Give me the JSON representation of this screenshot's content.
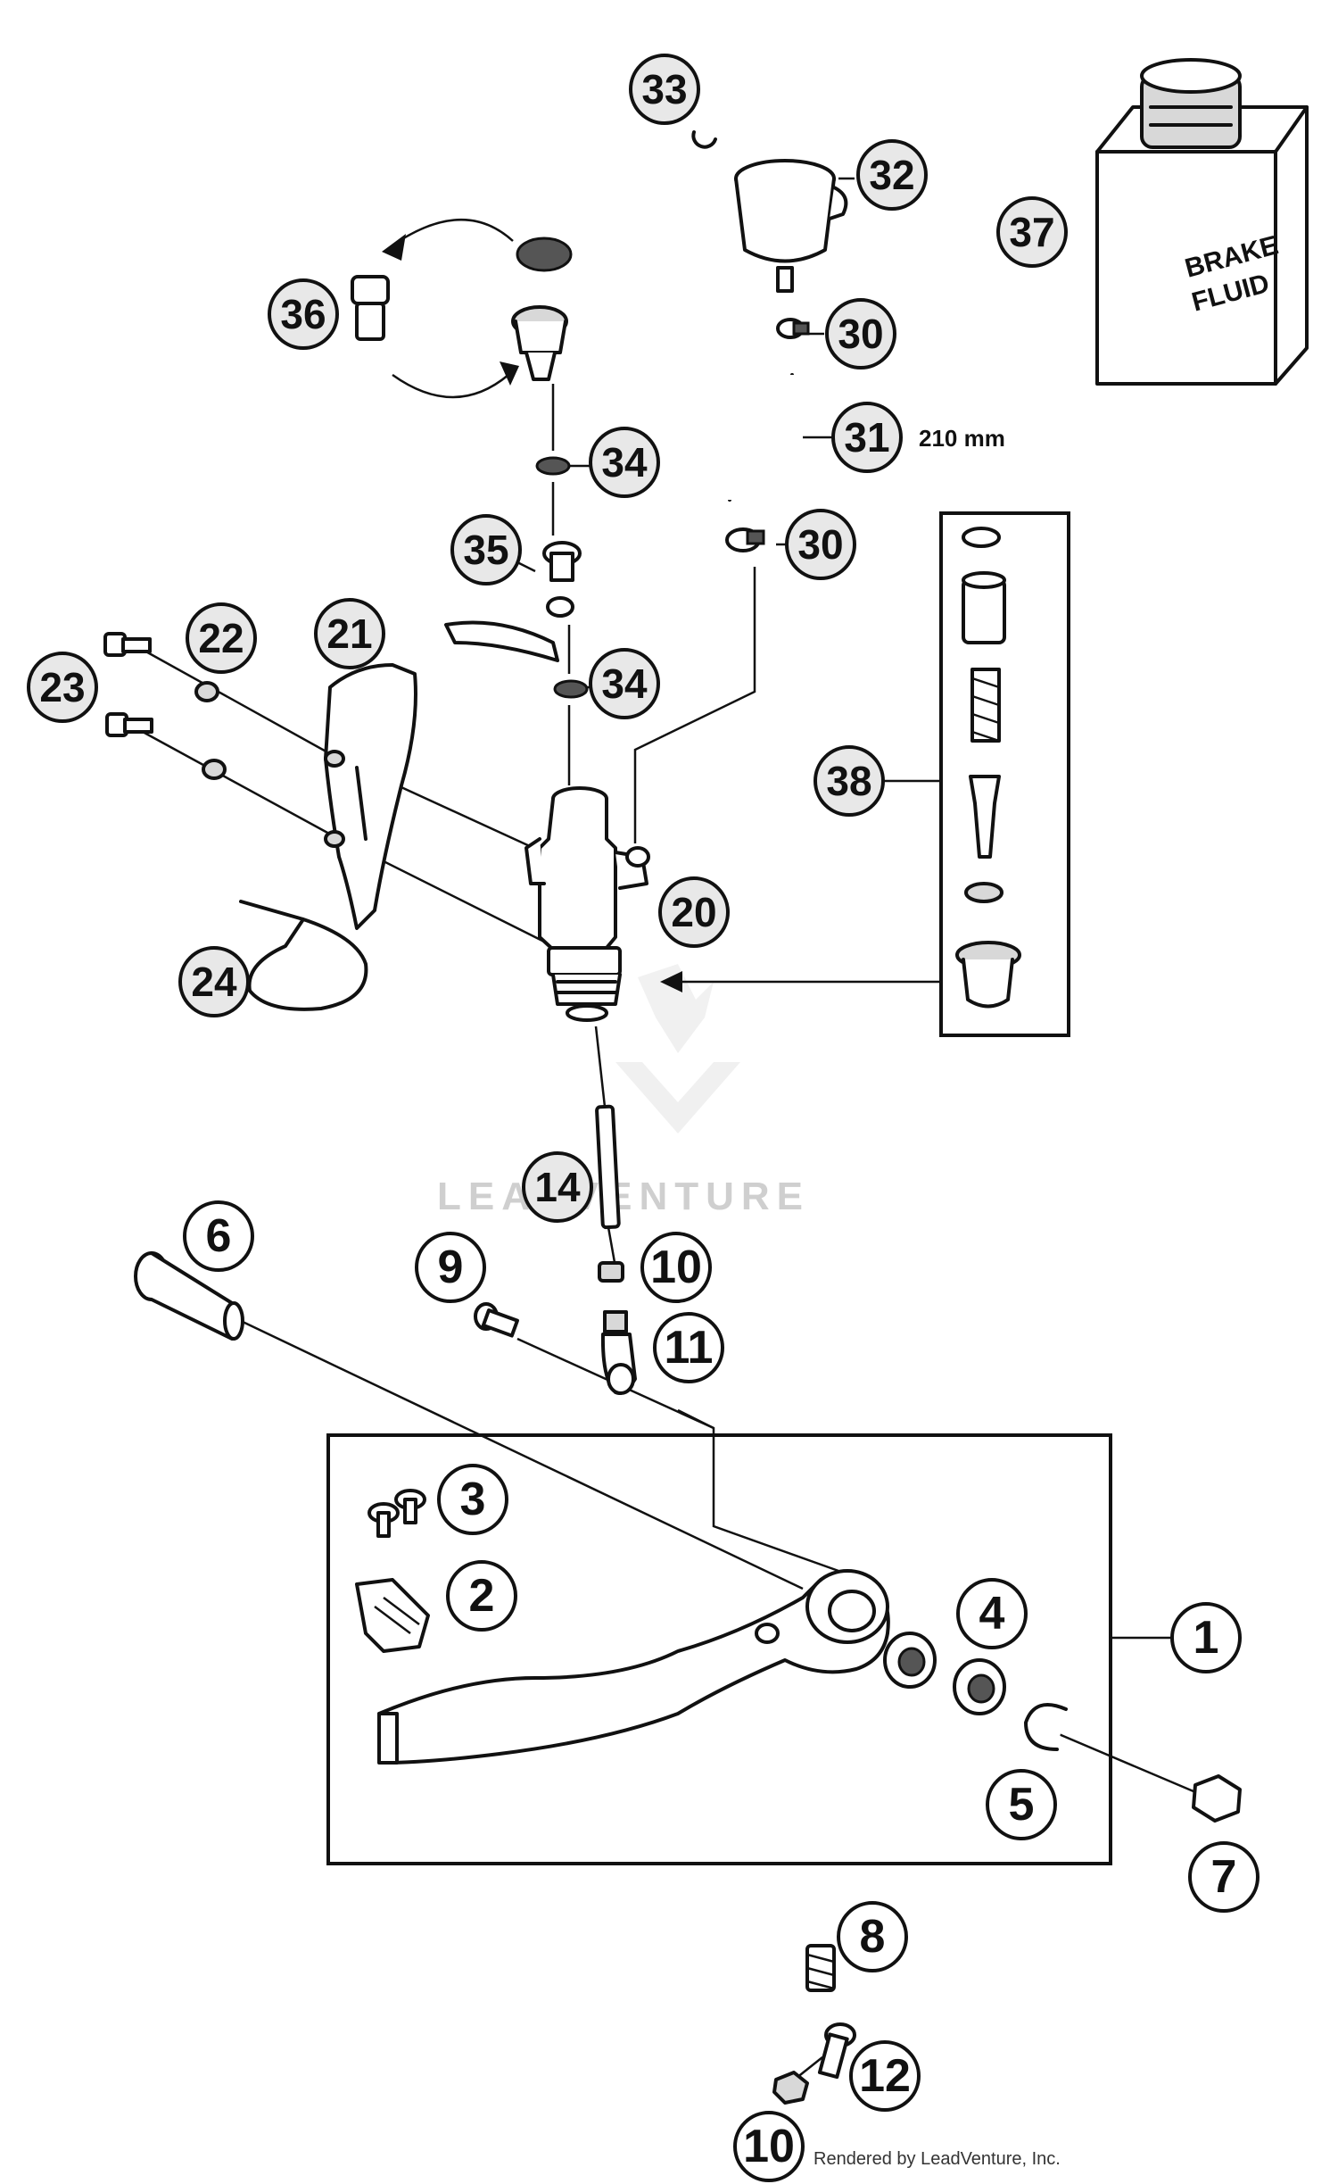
{
  "diagram": {
    "dimension_label": "210 mm",
    "brake_fluid_label_line1": "BRAKE",
    "brake_fluid_label_line2": "FLUID",
    "watermark": "LEADVENTURE",
    "footer": "Rendered by LeadVenture, Inc."
  },
  "callouts": [
    {
      "id": "33",
      "style": "filled"
    },
    {
      "id": "32",
      "style": "filled"
    },
    {
      "id": "37",
      "style": "filled"
    },
    {
      "id": "36",
      "style": "filled"
    },
    {
      "id": "30",
      "style": "filled"
    },
    {
      "id": "31",
      "style": "filled"
    },
    {
      "id": "34",
      "style": "filled"
    },
    {
      "id": "30",
      "style": "filled"
    },
    {
      "id": "35",
      "style": "filled"
    },
    {
      "id": "22",
      "style": "filled"
    },
    {
      "id": "21",
      "style": "filled"
    },
    {
      "id": "23",
      "style": "filled"
    },
    {
      "id": "34",
      "style": "filled"
    },
    {
      "id": "38",
      "style": "filled"
    },
    {
      "id": "20",
      "style": "filled"
    },
    {
      "id": "24",
      "style": "filled"
    },
    {
      "id": "14",
      "style": "filled"
    },
    {
      "id": "6",
      "style": "plain"
    },
    {
      "id": "9",
      "style": "plain"
    },
    {
      "id": "10",
      "style": "plain"
    },
    {
      "id": "11",
      "style": "plain"
    },
    {
      "id": "3",
      "style": "plain"
    },
    {
      "id": "2",
      "style": "plain"
    },
    {
      "id": "4",
      "style": "plain"
    },
    {
      "id": "1",
      "style": "plain"
    },
    {
      "id": "5",
      "style": "plain"
    },
    {
      "id": "7",
      "style": "plain"
    },
    {
      "id": "8",
      "style": "plain"
    },
    {
      "id": "12",
      "style": "plain"
    },
    {
      "id": "10",
      "style": "plain"
    }
  ]
}
